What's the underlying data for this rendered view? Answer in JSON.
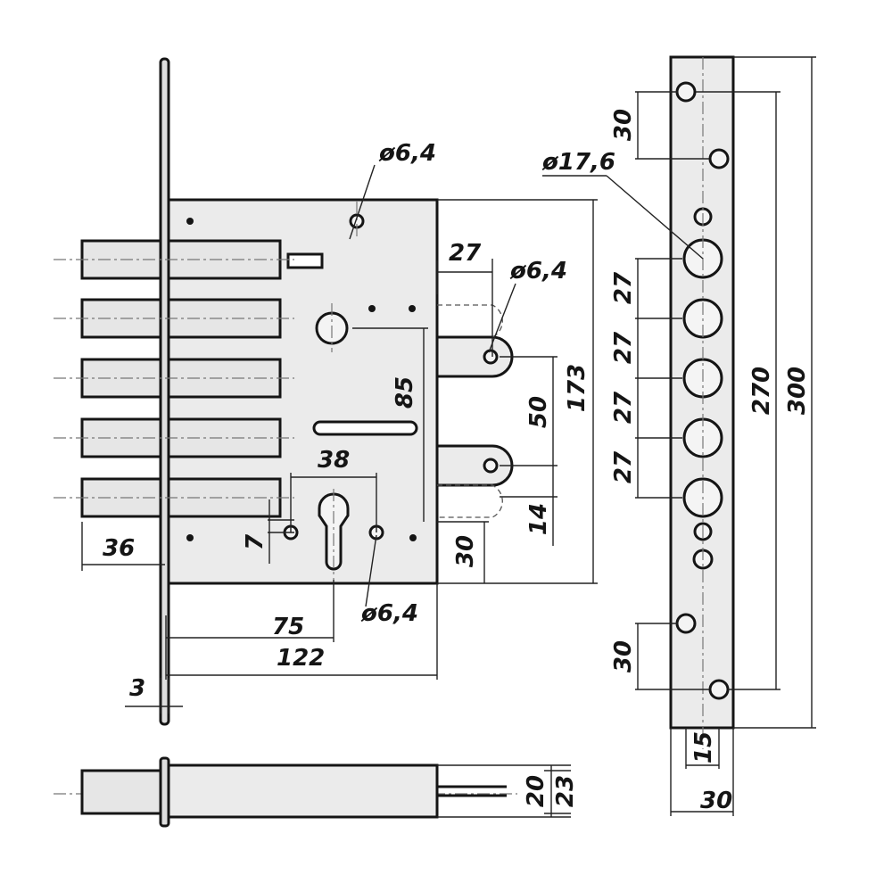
{
  "dimensions": {
    "pin_dia_top": "ø6,4",
    "pin_dia_side": "ø6,4",
    "pin_dia_bottom": "ø6,4",
    "hole_dia": "ø17,6",
    "cam_offset": "27",
    "bolt_projection": "36",
    "cylinder_spacing": "38",
    "spindle_height": "85",
    "bolt_spacing": "50",
    "lock_height": "173",
    "bolt_bottom_offset": "14",
    "bottom_offset": "30",
    "pin_offset": "7",
    "backset": "75",
    "case_depth": "122",
    "faceplate_thickness": "3",
    "bolt_thickness": "20",
    "case_thickness": "23",
    "strike_hole_top": "30",
    "strike_pitch_1": "27",
    "strike_pitch_2": "27",
    "strike_pitch_3": "27",
    "strike_pitch_4": "27",
    "strike_hole_bottom": "30",
    "strike_inner_length": "270",
    "strike_length": "300",
    "strike_hole_width": "15",
    "strike_width": "30"
  }
}
